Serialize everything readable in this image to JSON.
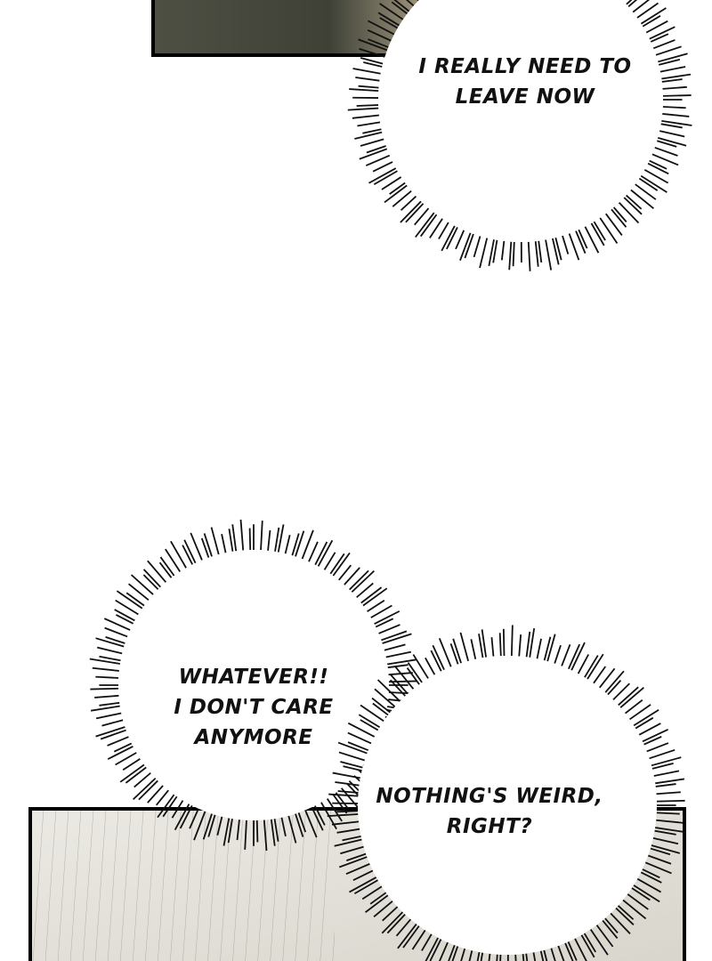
{
  "panels": [
    {
      "name": "top-panel",
      "fill": "#4b4d41"
    },
    {
      "name": "bottom-panel",
      "fill": "#e6e4de"
    }
  ],
  "bubbles": [
    {
      "id": "b1",
      "text": "I REALLY NEED TO\nLEAVE NOW"
    },
    {
      "id": "b2",
      "text": "WHATEVER!!\nI DON'T CARE\nANYMORE"
    },
    {
      "id": "b3",
      "text": "NOTHING'S WEIRD,\nRIGHT?"
    }
  ]
}
